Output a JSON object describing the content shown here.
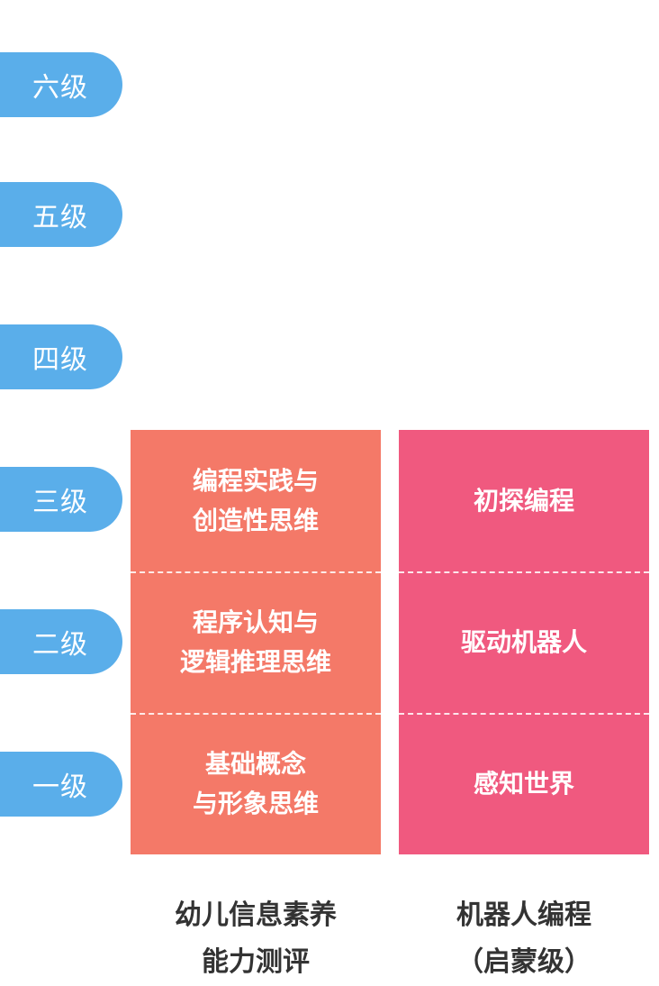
{
  "levels": [
    {
      "label": "六级"
    },
    {
      "label": "五级"
    },
    {
      "label": "四级"
    },
    {
      "label": "三级"
    },
    {
      "label": "二级"
    },
    {
      "label": "一级"
    }
  ],
  "columns": [
    {
      "caption": [
        "幼儿信息素养",
        "能力测评"
      ],
      "color": "#f47968",
      "cells": [
        {
          "lines": [
            "编程实践与",
            "创造性思维"
          ]
        },
        {
          "lines": [
            "程序认知与",
            "逻辑推理思维"
          ]
        },
        {
          "lines": [
            "基础概念",
            "与形象思维"
          ]
        }
      ]
    },
    {
      "caption": [
        "机器人编程",
        "（启蒙级）"
      ],
      "color": "#f0597f",
      "cells": [
        {
          "lines": [
            "初探编程"
          ]
        },
        {
          "lines": [
            "驱动机器人"
          ]
        },
        {
          "lines": [
            "感知世界"
          ]
        }
      ]
    }
  ],
  "colors": {
    "level_tab": "#5aaeea",
    "caption_text": "#333333"
  }
}
